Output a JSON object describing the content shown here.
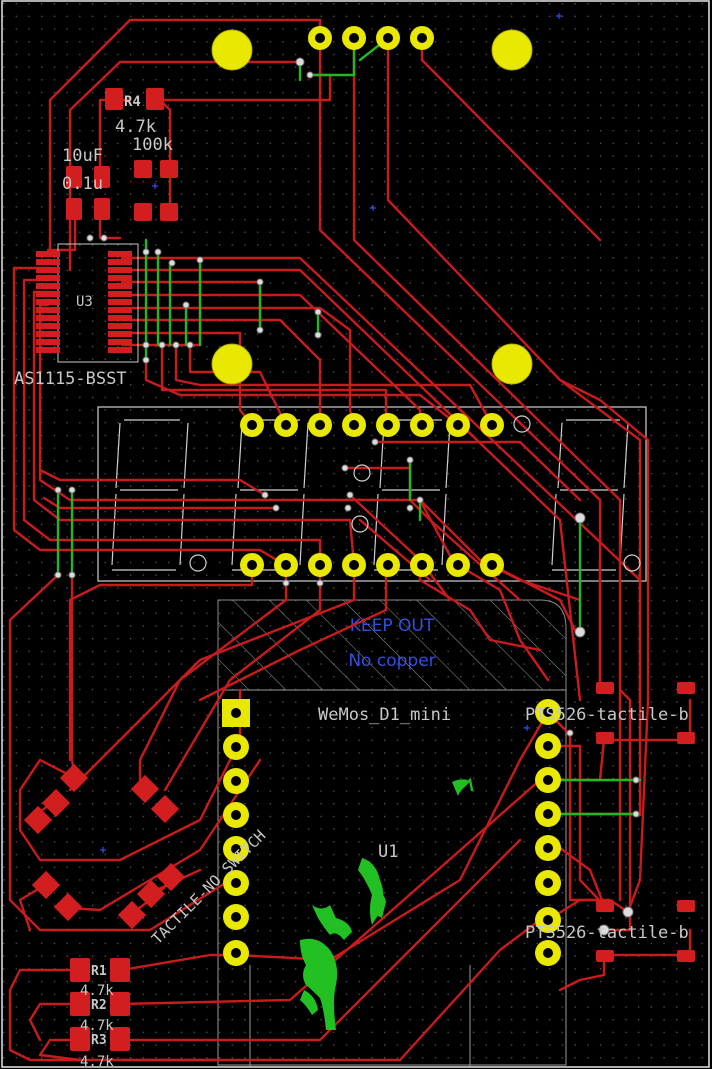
{
  "board": {
    "background": "#000000",
    "grid_dot_color": "#5a5a5a",
    "trace_color": "#c81c1c",
    "bottom_trace_color": "#22b822",
    "pad_color": "#e0e000",
    "smd_pad_color": "#d21e1e",
    "via_color": "#dcdcdc",
    "edge_color": "#e8e8e8",
    "silkscreen_color": "#c8c8c8",
    "keepout_color": "#3050e0"
  },
  "labels": {
    "r4_ref": "R4",
    "r4_value": "4.7k",
    "r_100k": "100k",
    "cap_value": "10uF",
    "cap_ref": "0.1u",
    "u3_ref": "U3",
    "u3_value": "AS1115-BSST",
    "keepout_line1": "KEEP OUT",
    "keepout_line2": "No copper",
    "wemos_value": "WeMos_D1_mini",
    "wemos_ref": "U1",
    "switch_label": "TACTILE-NO_SWITCH",
    "tactile_top": "PTS526-tactile-b",
    "tactile_bottom": "PTS526-tactile-b",
    "r1_ref": "R1",
    "r2_ref": "R2",
    "r3_ref": "R3",
    "r_val_1": "4.7k",
    "r_val_2": "4.7k",
    "r_val_3": "4.7k"
  },
  "icons": [
    "board-outline",
    "mounting-hole-icon",
    "via-icon",
    "tht-pad-icon",
    "smd-pad-icon",
    "logo-artwork-icon"
  ]
}
